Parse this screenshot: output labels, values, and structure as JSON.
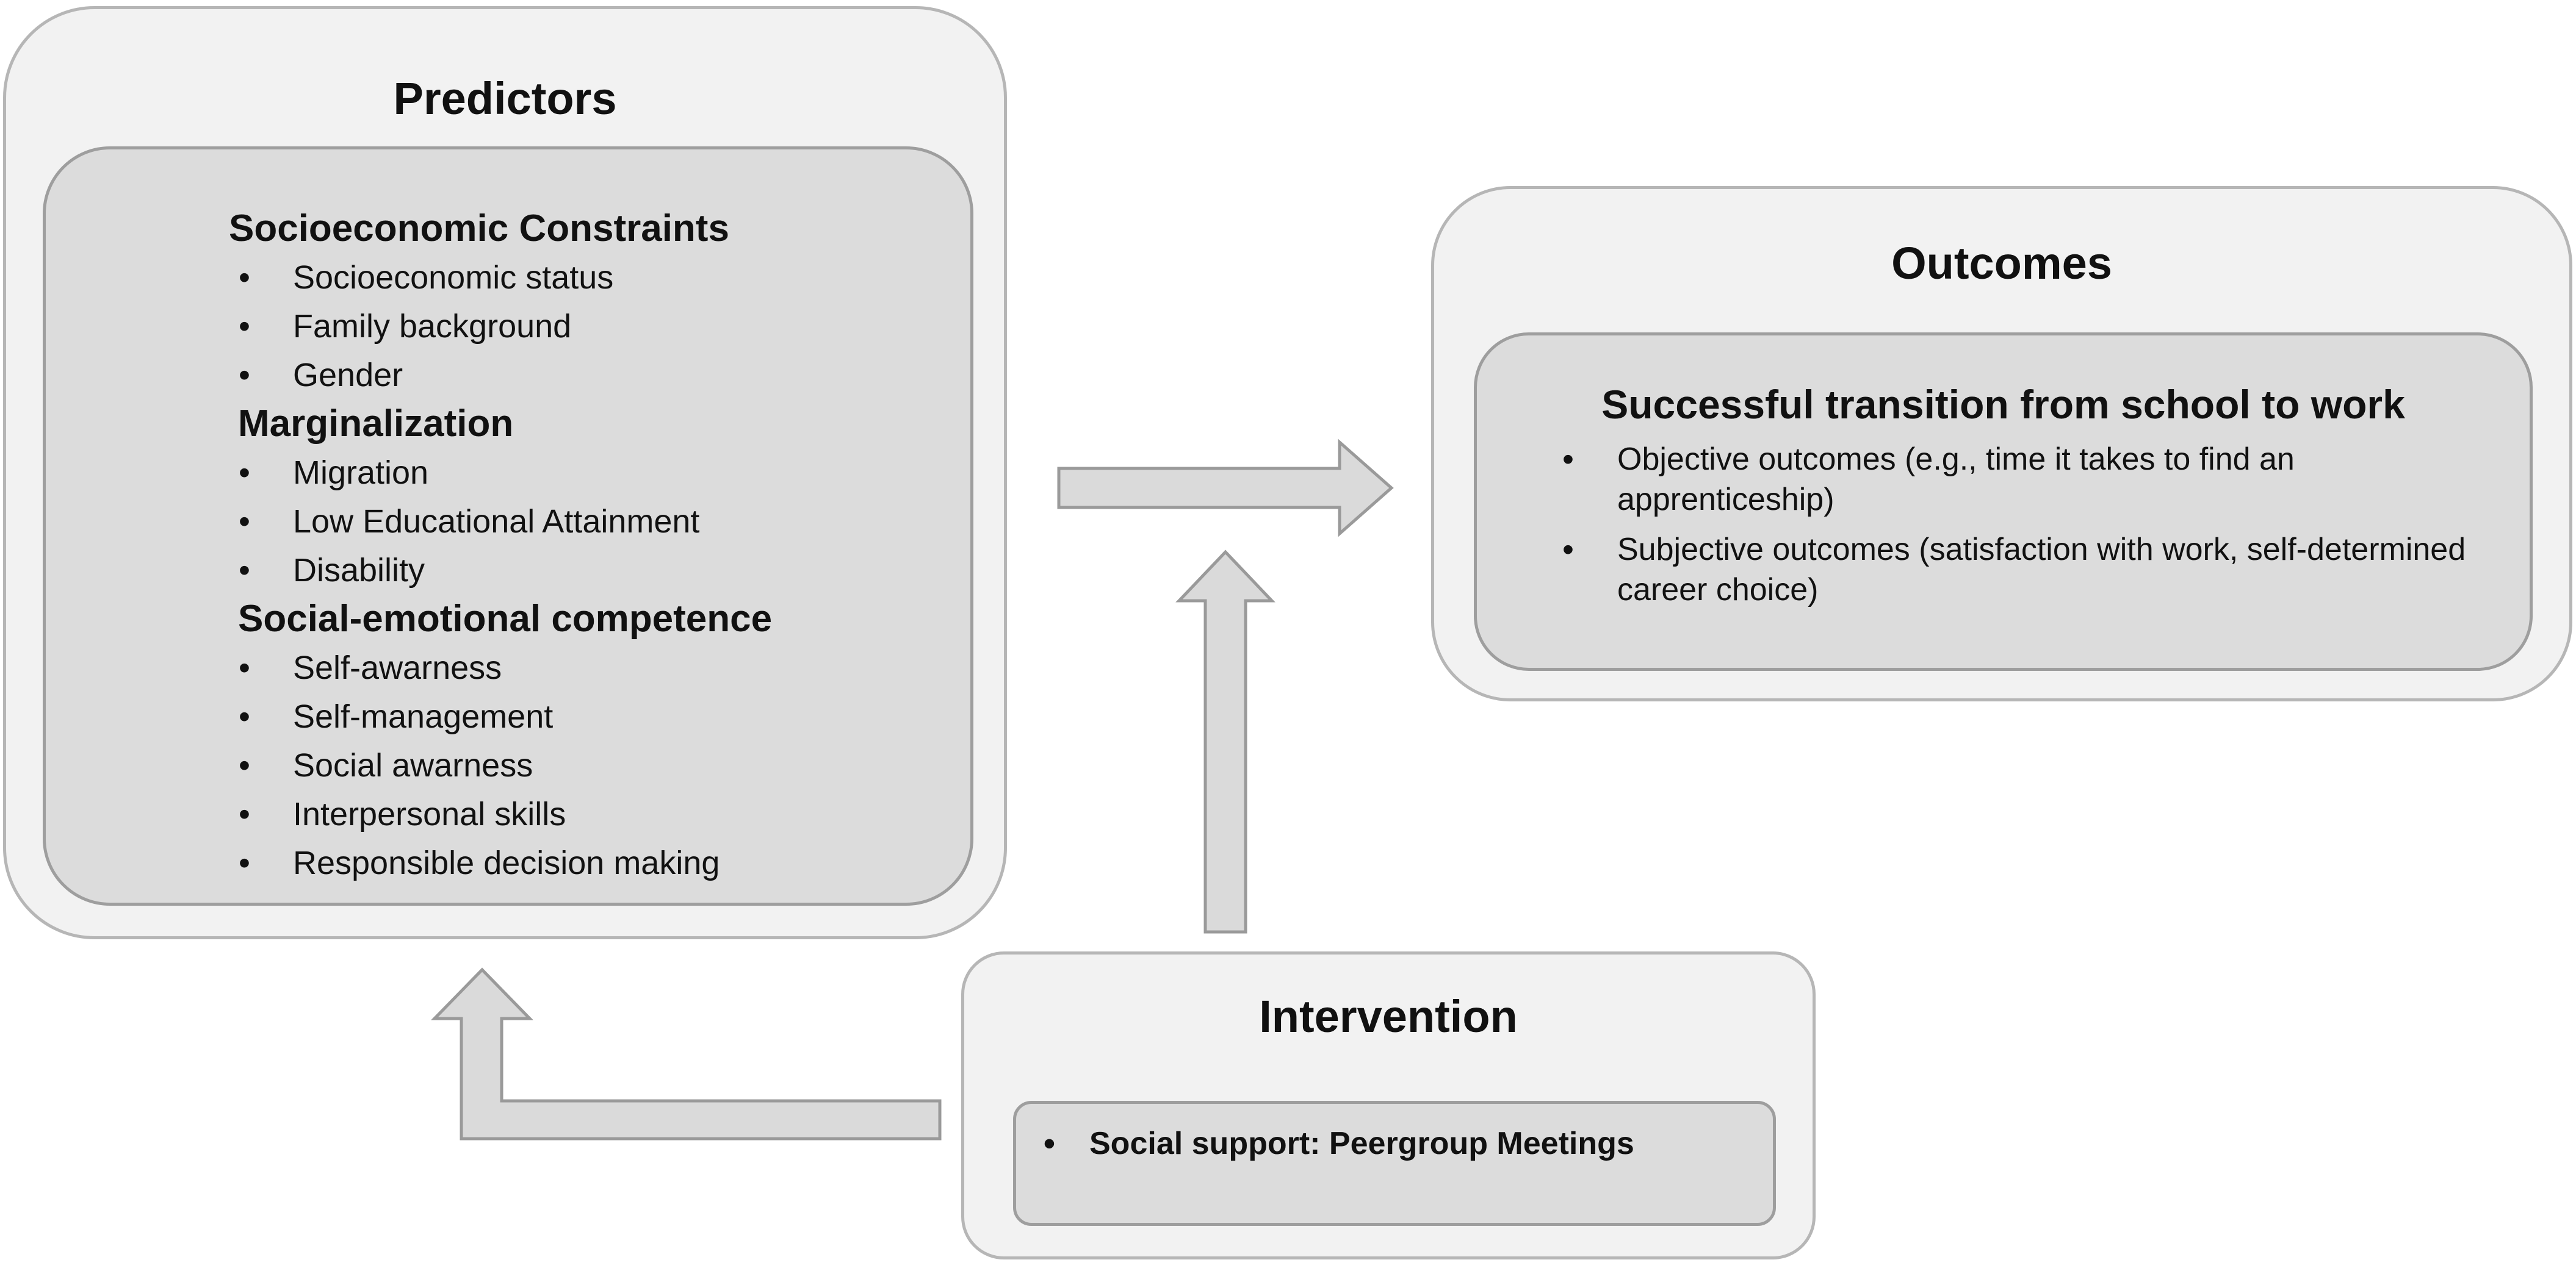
{
  "predictors": {
    "title": "Predictors",
    "groups": [
      {
        "heading": "Socioeconomic Constraints",
        "items": [
          "Socioeconomic status",
          "Family background",
          "Gender"
        ]
      },
      {
        "heading": "Marginalization",
        "items": [
          "Migration",
          "Low Educational Attainment",
          "Disability"
        ]
      },
      {
        "heading": "Social-emotional competence",
        "items": [
          "Self-awarness",
          "Self-management",
          "Social awarness",
          "Interpersonal skills",
          "Responsible decision making"
        ]
      }
    ]
  },
  "outcomes": {
    "title": "Outcomes",
    "heading": "Successful transition from school to work",
    "items": [
      "Objective outcomes (e.g., time it takes to find an apprenticeship)",
      "Subjective outcomes (satisfaction with work, self-determined career choice)"
    ]
  },
  "intervention": {
    "title": "Intervention",
    "items": [
      "Social support: Peergroup Meetings"
    ]
  },
  "bullet_symbol": "•",
  "colors": {
    "outer_fill": "#f2f2f2",
    "inner_fill": "#dcdcdc",
    "arrow_fill": "#dadada",
    "border": "#b6b6b6"
  }
}
